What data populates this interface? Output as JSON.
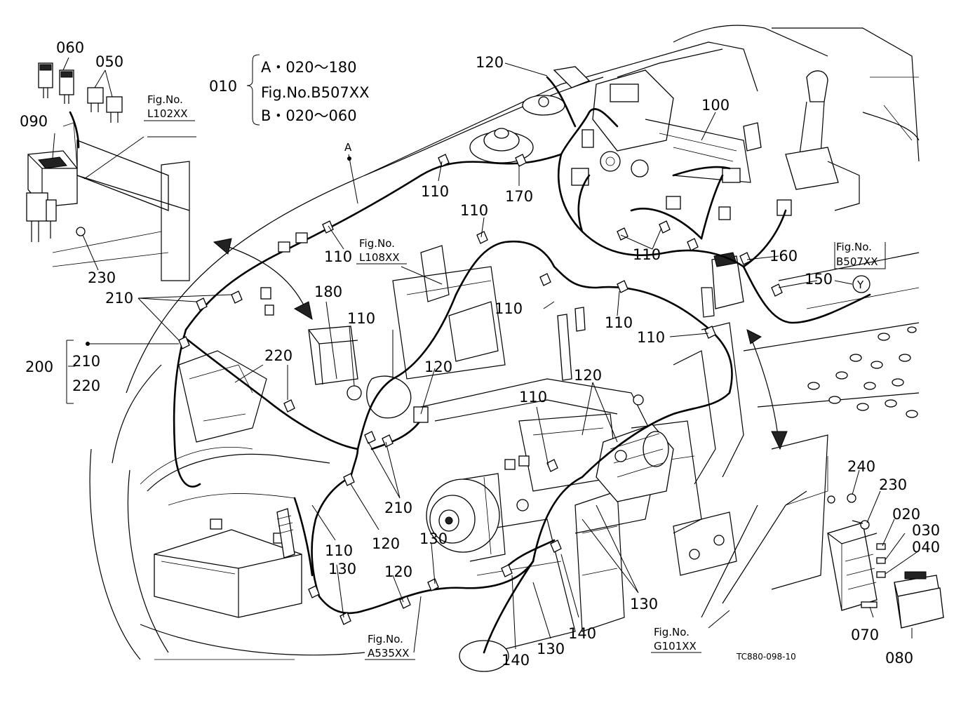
{
  "callouts": {
    "c010": "010",
    "group_a": "A・020～180",
    "group_fig": "Fig.No.B507XX",
    "group_b": "B・020～060",
    "c060": "060",
    "c050": "050",
    "c090": "090",
    "c230_left": "230",
    "c210_top": "210",
    "c200": "200",
    "c210_group": "210",
    "c220_group": "220",
    "c220": "220",
    "c180": "180",
    "c110_a": "110",
    "c110_b": "110",
    "c110_c": "110",
    "c110_d": "110",
    "c110_e": "110",
    "c110_f": "110",
    "c110_g": "110",
    "c110_h": "110",
    "c110_i": "110",
    "c110_j": "110",
    "c170": "170",
    "c120_top": "120",
    "c120_mid": "120",
    "c120_center": "120",
    "c120_lower": "120",
    "c120_bottom": "120",
    "c100": "100",
    "c160": "160",
    "c150": "150",
    "c210_bottom": "210",
    "c130_a": "130",
    "c130_b": "130",
    "c130_c": "130",
    "c130_d": "130",
    "c140_a": "140",
    "c140_b": "140",
    "c240": "240",
    "c230_right": "230",
    "c020": "020",
    "c030": "030",
    "c040": "040",
    "c070": "070",
    "c080": "080"
  },
  "references": {
    "fig_l102_a": "Fig.No.",
    "fig_l102_b": "L102XX",
    "fig_l108_a": "Fig.No.",
    "fig_l108_b": "L108XX",
    "fig_b507_a": "Fig.No.",
    "fig_b507_b": "B507XX",
    "fig_a535_a": "Fig.No.",
    "fig_a535_b": "A535XX",
    "fig_g101_a": "Fig.No.",
    "fig_g101_b": "G101XX"
  },
  "markers": {
    "route_a": "A",
    "route_y": "Y"
  },
  "drawing_code": "TC880-098-10"
}
